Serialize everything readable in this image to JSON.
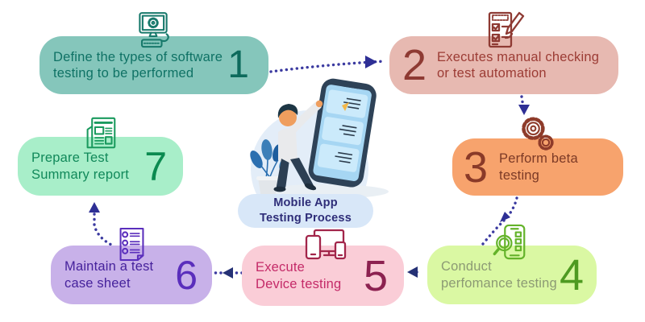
{
  "badge": {
    "line1": "Mobile App",
    "line2": "Testing Process",
    "bg": "#D8E7F8",
    "text_color": "#2E2D78"
  },
  "steps": [
    {
      "number": "1",
      "label": "Define the types of software\ntesting to be performed",
      "icon": "computer-gear-icon",
      "colors": {
        "bg": "#85C6BB",
        "label": "#0F7265",
        "number": "#0D6A5C",
        "icon": "#17796B"
      }
    },
    {
      "number": "2",
      "label": "Executes manual checking\nor test automation",
      "icon": "checklist-pen-icon",
      "colors": {
        "bg": "#E7B9B1",
        "label": "#9C3C35",
        "number": "#8E3A33",
        "icon": "#8E3A33"
      }
    },
    {
      "number": "3",
      "label": "Perform beta\ntesting",
      "icon": "gears-icon",
      "colors": {
        "bg": "#F7A36D",
        "label": "#7C3A26",
        "number": "#8A3A28",
        "icon": "#8E3B2A"
      }
    },
    {
      "number": "4",
      "label": "Conduct\nperfomance testing",
      "icon": "phone-magnifier-icon",
      "colors": {
        "bg": "#DAF8A3",
        "label": "#8C9A74",
        "number": "#4E9A21",
        "icon": "#64B32A"
      }
    },
    {
      "number": "5",
      "label": "Execute\nDevice testing",
      "icon": "devices-icon",
      "colors": {
        "bg": "#FACDD7",
        "label": "#C42A68",
        "number": "#8C2150",
        "icon": "#A2254A"
      }
    },
    {
      "number": "6",
      "label": "Maintain a test\ncase sheet",
      "icon": "checklist-sheet-icon",
      "colors": {
        "bg": "#C8B1E9",
        "label": "#46229C",
        "number": "#5A2EBC",
        "icon": "#5A2EBC"
      }
    },
    {
      "number": "7",
      "label": "Prepare Test\nSummary report",
      "icon": "report-icon",
      "colors": {
        "bg": "#A8EEC9",
        "label": "#11895A",
        "number": "#0B8A50",
        "icon": "#1A9A5E"
      }
    }
  ],
  "connectors": {
    "sequence": [
      [
        1,
        2
      ],
      [
        2,
        3
      ],
      [
        3,
        4
      ],
      [
        4,
        5
      ],
      [
        5,
        6
      ],
      [
        6,
        7
      ]
    ],
    "dot_color": "#3B3AA0",
    "arrow_color": "#2E2F95"
  }
}
